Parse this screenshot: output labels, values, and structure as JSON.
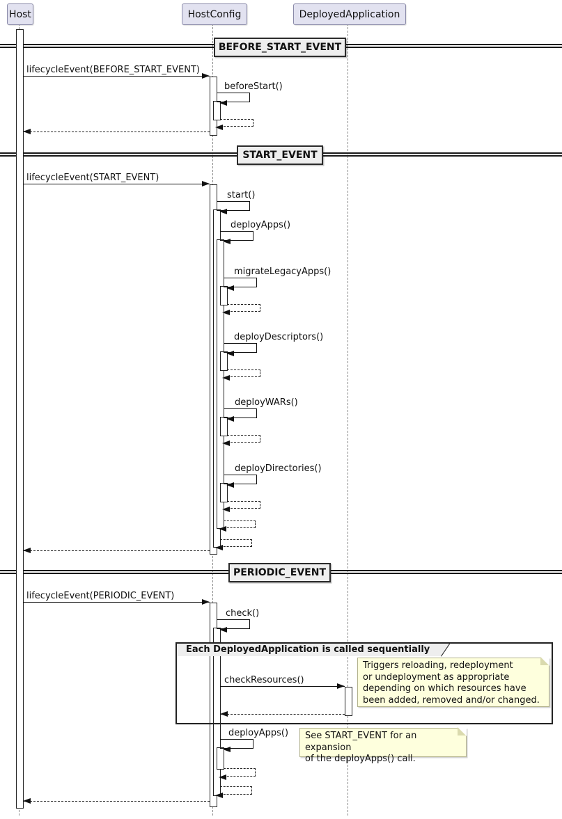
{
  "participants": [
    {
      "name": "Host"
    },
    {
      "name": "HostConfig"
    },
    {
      "name": "DeployedApplication"
    }
  ],
  "dividers": [
    {
      "label": "BEFORE_START_EVENT"
    },
    {
      "label": "START_EVENT"
    },
    {
      "label": "PERIODIC_EVENT"
    }
  ],
  "messages": {
    "lifecycle_before_start": "lifecycleEvent(BEFORE_START_EVENT)",
    "before_start": "beforeStart()",
    "lifecycle_start": "lifecycleEvent(START_EVENT)",
    "start": "start()",
    "deploy_apps": "deployApps()",
    "migrate_legacy_apps": "migrateLegacyApps()",
    "deploy_descriptors": "deployDescriptors()",
    "deploy_wars": "deployWARs()",
    "deploy_directories": "deployDirectories()",
    "lifecycle_periodic": "lifecycleEvent(PERIODIC_EVENT)",
    "check": "check()",
    "check_resources": "checkResources()",
    "deploy_apps_periodic": "deployApps()"
  },
  "frame": {
    "title": "Each DeployedApplication is called sequentially"
  },
  "notes": {
    "check_resources": "Triggers reloading, redeployment\nor undeployment as appropriate\ndepending on which resources have\nbeen added, removed and/or changed.",
    "deploy_apps": "See START_EVENT for an expansion\nof the deployApps() call."
  },
  "colors": {
    "participant_fill": "#E2E2F0",
    "divider_fill": "#EEEEEE",
    "frame_title_fill": "#EEEEEE",
    "note_fill": "#FEFFDD",
    "line": "#181818"
  }
}
